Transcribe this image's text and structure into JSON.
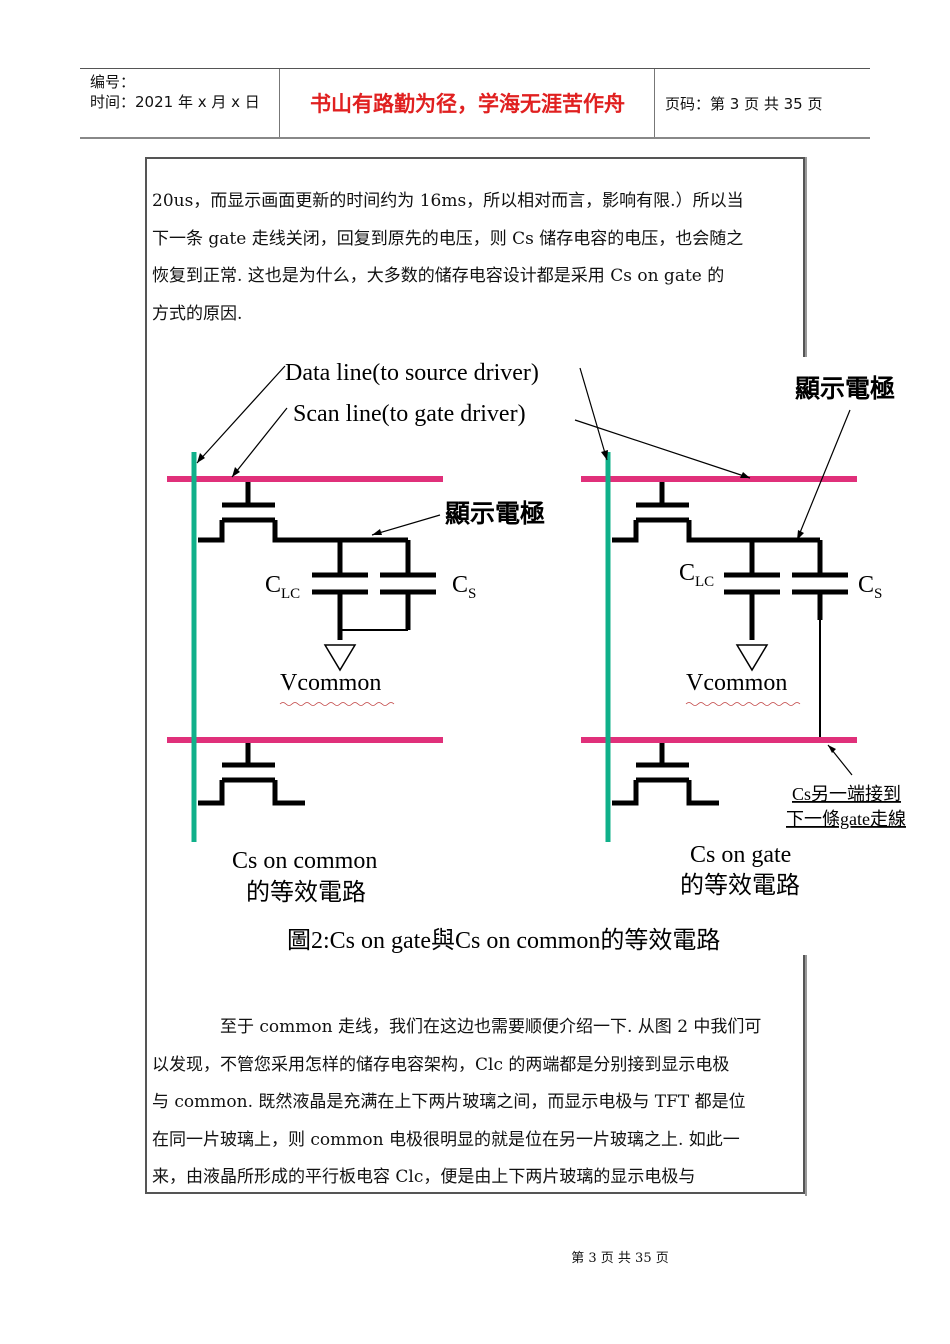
{
  "header": {
    "number_label": "编号：",
    "date_label": "时间：2021 年 x 月 x 日",
    "motto": "书山有路勤为径，学海无涯苦作舟",
    "page_info": "页码：第 3 页  共 35 页"
  },
  "body": {
    "para1": [
      "20us，而显示画面更新的时间约为 16ms，所以相对而言，影响有限.）所以当",
      "下一条 gate 走线关闭，回复到原先的电压，则 Cs 储存电容的电压，也会随之",
      "恢复到正常. 这也是为什么，大多数的储存电容设计都是采用 Cs  on  gate 的",
      "方式的原因."
    ],
    "para2": [
      "至于 common 走线，我们在这边也需要顺便介绍一下. 从图 2 中我们可",
      "以发现，不管您采用怎样的储存电容架构，Clc 的两端都是分别接到显示电极",
      "与 common. 既然液晶是充满在上下两片玻璃之间，而显示电极与 TFT 都是位",
      "在同一片玻璃上，则 common 电极很明显的就是位在另一片玻璃之上. 如此一",
      "来，由液晶所形成的平行板电容 Clc，便是由上下两片玻璃的显示电极与"
    ]
  },
  "figure": {
    "data_line": "Data line(to source driver)",
    "scan_line": "Scan line(to gate driver)",
    "pixel_electrode": "顯示電極",
    "clc": "C",
    "clc_sub": "LC",
    "cs": "C",
    "cs_sub": "S",
    "vcommon": "Vcommon",
    "left_title1": "Cs on common",
    "left_title2": "的等效電路",
    "right_title1": "Cs on gate",
    "right_title2": "的等效電路",
    "note1": "Cs另一端接到",
    "note2": "下一條gate走線",
    "caption": "圖2:Cs on gate與Cs on common的等效電路",
    "colors": {
      "data_line": "#10b08a",
      "scan_line": "#e0307a"
    }
  },
  "footer": {
    "page": "第 3 页 共 35 页"
  }
}
